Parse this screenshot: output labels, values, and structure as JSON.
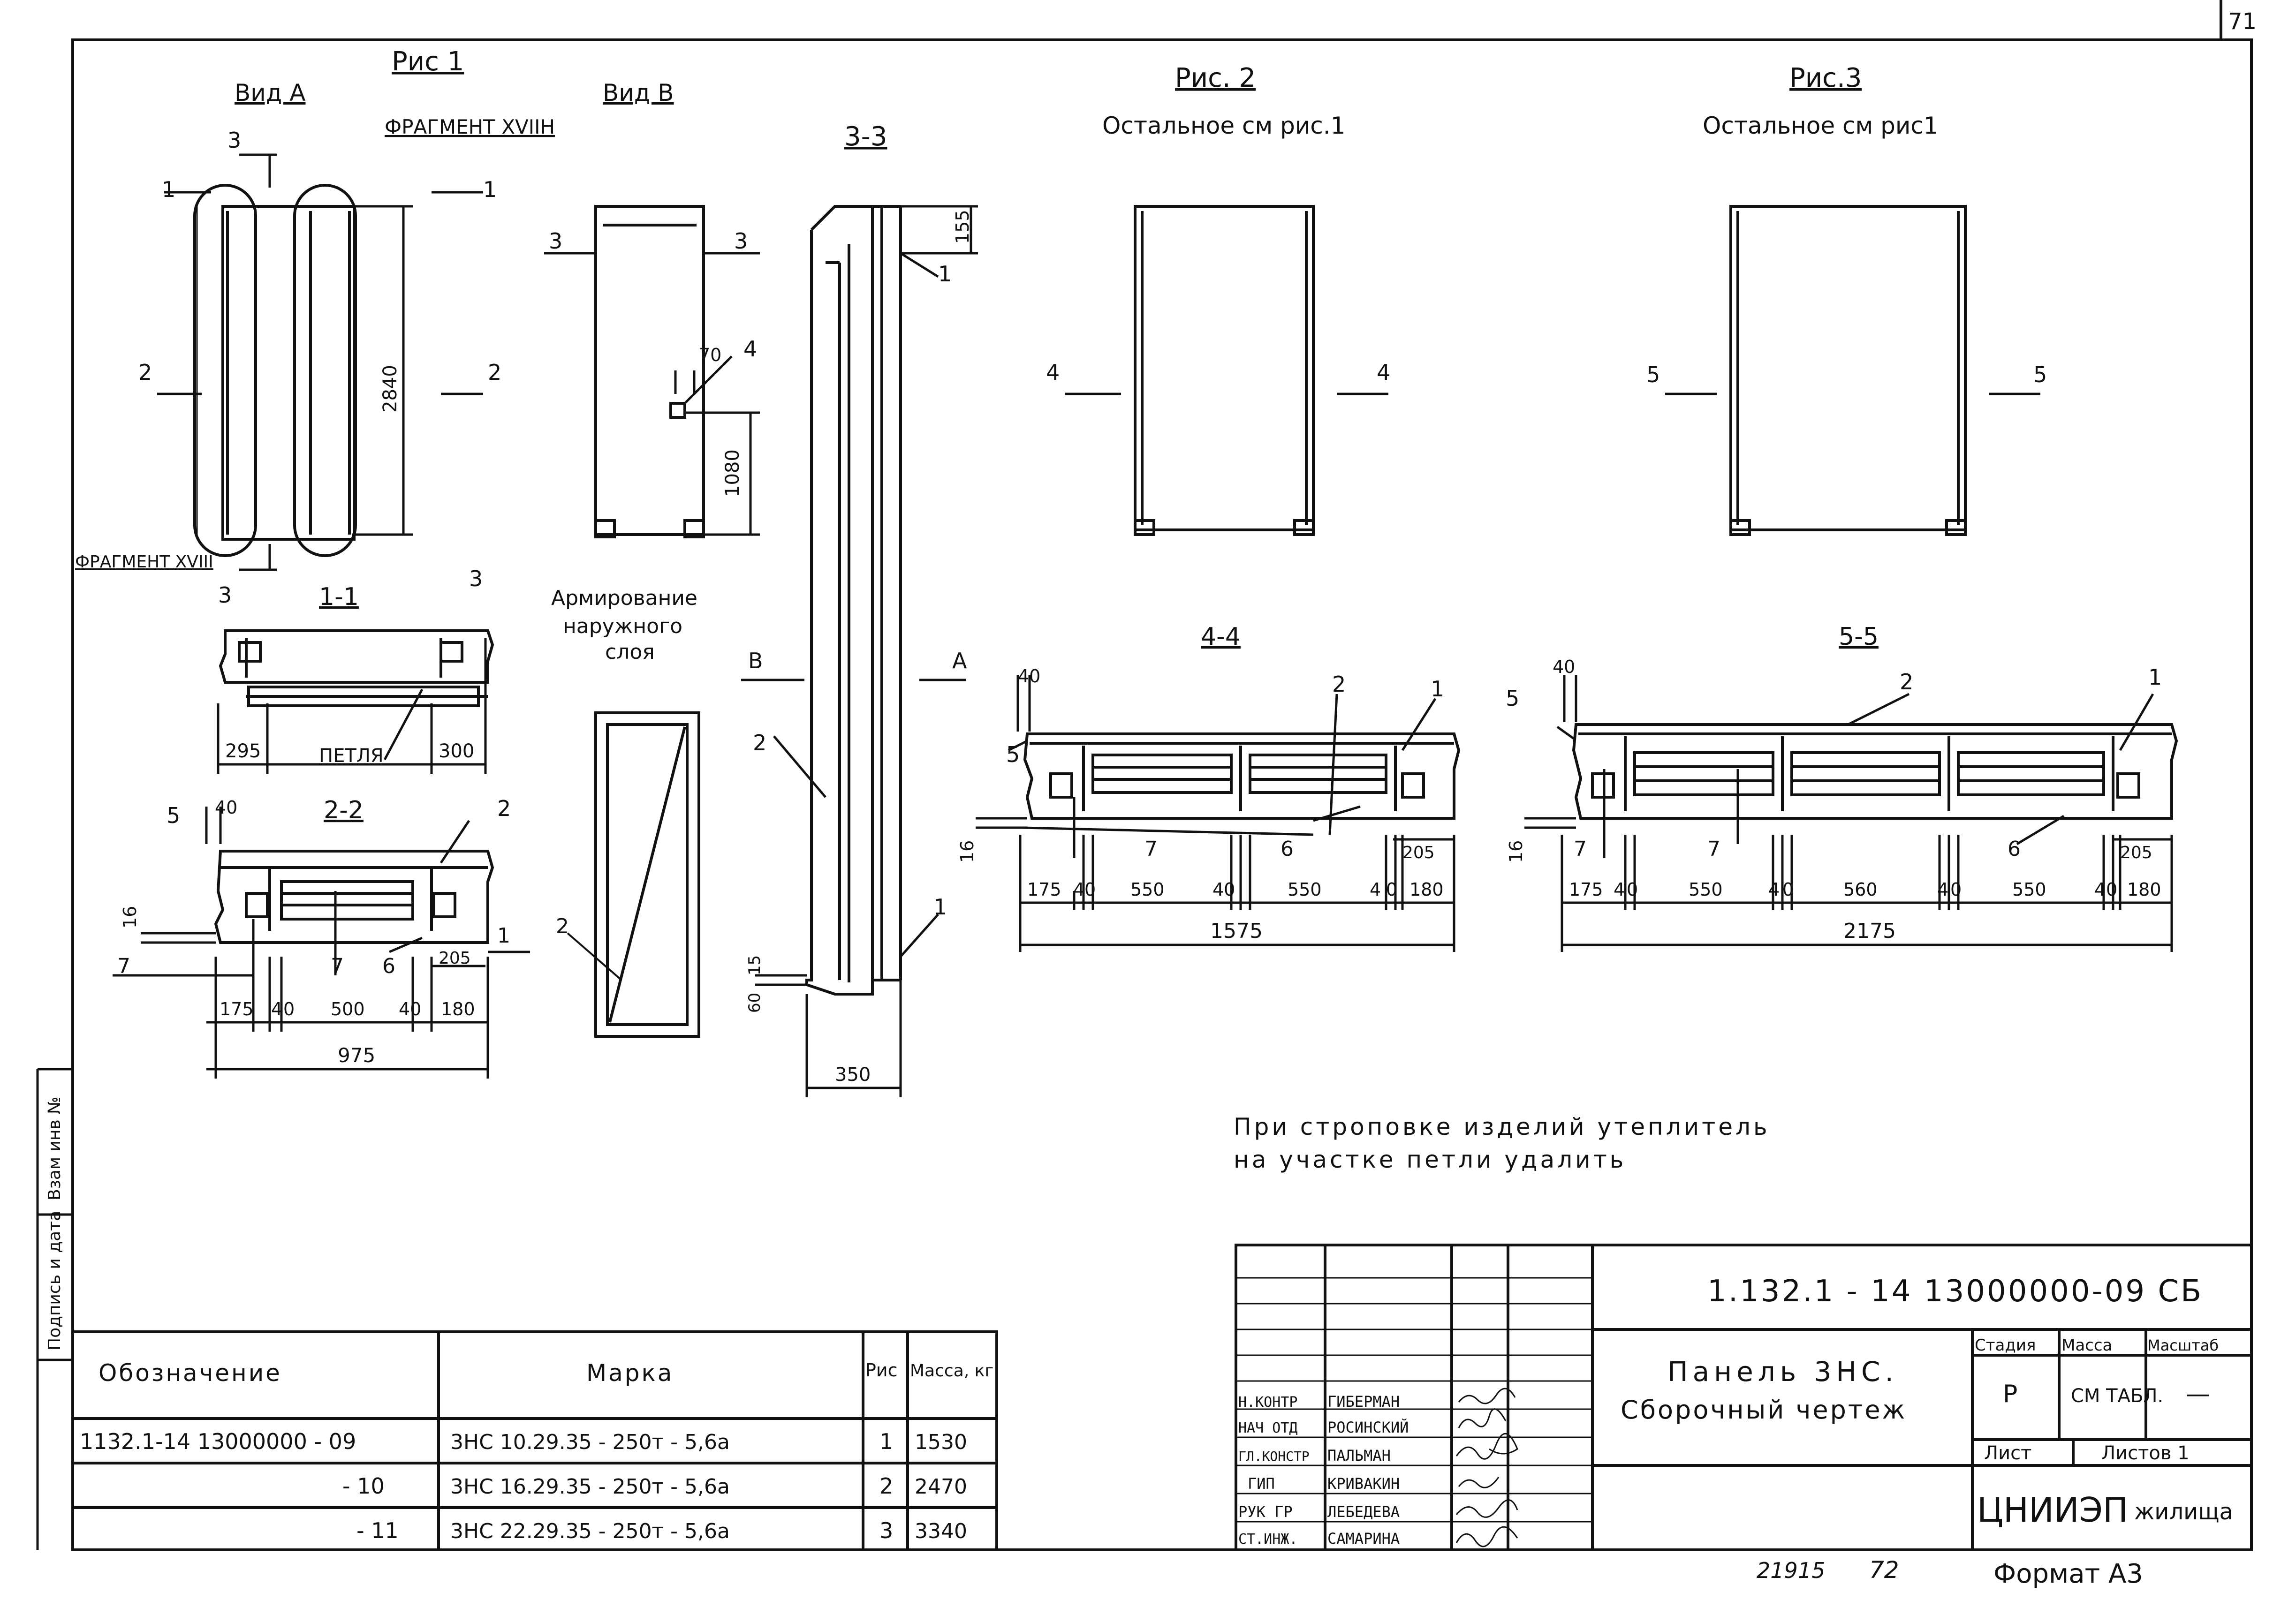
{
  "page_number": "71",
  "fig1": {
    "title": "Рис 1",
    "view_a": "Вид А",
    "view_b": "Вид В",
    "fragment_top": "ФРАГМЕНТ XVIIН",
    "fragment_bottom": "ФРАГМЕНТ XVIII",
    "section_33": "3-3",
    "section_11": "1-1",
    "section_22": "2-2",
    "reinforcement": [
      "Армирование",
      "наружного",
      "слоя"
    ],
    "loop": "ПЕТЛЯ",
    "marks": {
      "m1": "1",
      "m2": "2",
      "m3": "3",
      "m4": "4",
      "m5": "5",
      "m6": "6",
      "m7": "7",
      "A": "А",
      "B": "В"
    },
    "dims": {
      "h2840": "2840",
      "d70": "70",
      "d1080": "1080",
      "d155": "155",
      "d15": "15",
      "d60": "60",
      "d350": "350",
      "d295": "295",
      "d300": "300",
      "d40": "40",
      "d16": "16",
      "d205": "205",
      "d175": "175",
      "d4": "4",
      "d0": "0",
      "d500": "500",
      "d180": "180",
      "d975": "975"
    }
  },
  "fig2": {
    "title": "Рис. 2",
    "subtitle": "Остальное см рис.1",
    "section": "4-4",
    "marks": {
      "m4": "4",
      "m1": "1",
      "m2": "2",
      "m5": "5",
      "m6": "6",
      "m7": "7"
    },
    "dims": {
      "d40": "40",
      "d16": "16",
      "d205": "205",
      "d175": "175",
      "d4": "4",
      "d0": "0",
      "d550": "550",
      "d40b": "40",
      "d180": "180",
      "total": "1575"
    }
  },
  "fig3": {
    "title": "Рис.3",
    "subtitle": "Остальное см рис1",
    "section": "5-5",
    "marks": {
      "m5": "5",
      "m1": "1",
      "m2": "2",
      "m6": "6",
      "m7": "7"
    },
    "dims": {
      "d40": "40",
      "d16": "16",
      "d205": "205",
      "d175": "175",
      "d4": "4",
      "d0": "0",
      "d550": "550",
      "d560": "560",
      "d180": "180",
      "total": "2175"
    }
  },
  "note": [
    "При строповке изделий утеплитель",
    "на участке петли удалить"
  ],
  "left_margin_labels": {
    "inv": "Взам инв №",
    "sig": "Подпись и дата"
  },
  "spec_table": {
    "headers": {
      "designation": "Обозначение",
      "mark": "Марка",
      "fig": "Рис",
      "mass": "Масса, кг"
    },
    "rows": [
      {
        "designation": "1132.1-14 13000000 - 09",
        "mark": "3НС 10.29.35 - 250т - 5,6а",
        "fig": "1",
        "mass": "1530"
      },
      {
        "designation": "- 10",
        "mark": "3НС 16.29.35 - 250т - 5,6а",
        "fig": "2",
        "mass": "2470"
      },
      {
        "designation": "- 11",
        "mark": "3НС 22.29.35 - 250т - 5,6а",
        "fig": "3",
        "mass": "3340"
      }
    ]
  },
  "title_block": {
    "code": "1.132.1 - 14     13000000-09 СБ",
    "name_line1": "Панель 3НС.",
    "name_line2": "Сборочный чертеж",
    "stage_hdr": "Стадия",
    "mass_hdr": "Масса",
    "scale_hdr": "Масштаб",
    "stage": "Р",
    "mass": "СМ ТАБЛ.",
    "scale": "—",
    "sheet_hdr": "Лист",
    "sheets_hdr": "Листов 1",
    "org_big": "ЦНИИЭП",
    "org_small": "жилища",
    "signatures": [
      {
        "role": "Н.КОНТР",
        "name": "ГИБЕРМАН"
      },
      {
        "role": "НАЧ ОТД",
        "name": "РОСИНСКИЙ"
      },
      {
        "role": "ГЛ.КОНСТР",
        "name": "ПАЛЬМАН"
      },
      {
        "role": "ГИП",
        "name": "КРИВАКИН"
      },
      {
        "role": "РУК ГР",
        "name": "ЛЕБЕДЕВА"
      },
      {
        "role": "СТ.ИНЖ.",
        "name": "САМАРИНА"
      }
    ],
    "number_left": "21915",
    "number_right": "72",
    "format": "Формат А3"
  }
}
